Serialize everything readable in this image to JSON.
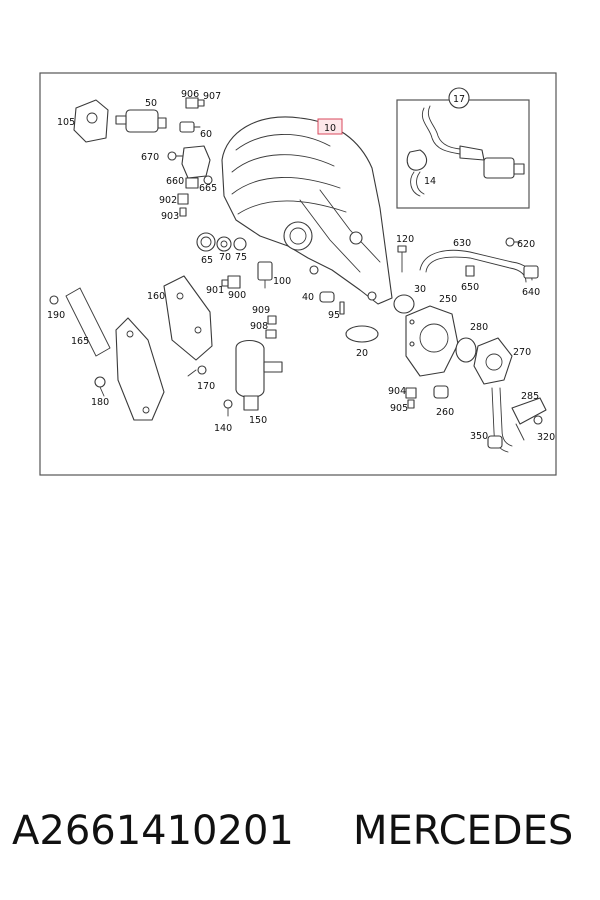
{
  "diagram": {
    "highlighted_label": "10",
    "inset_label": "17",
    "inset_labels": [
      "14"
    ],
    "labels": [
      "50",
      "60",
      "65",
      "70",
      "75",
      "100",
      "105",
      "120",
      "140",
      "150",
      "160",
      "165",
      "170",
      "180",
      "190",
      "20",
      "250",
      "260",
      "270",
      "280",
      "285",
      "30",
      "320",
      "350",
      "40",
      "620",
      "630",
      "640",
      "650",
      "660",
      "665",
      "670",
      "900",
      "901",
      "902",
      "903",
      "904",
      "905",
      "906",
      "907",
      "908",
      "909",
      "95"
    ]
  },
  "footer": {
    "part_number": "A2661410201",
    "brand": "MERCEDES"
  }
}
